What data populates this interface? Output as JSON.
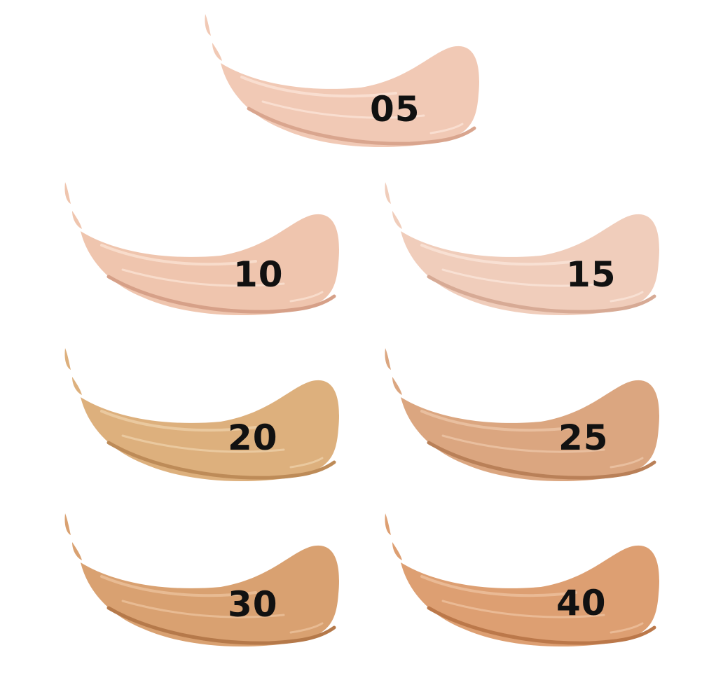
{
  "swatches": [
    {
      "label": "05",
      "color": "#f1c9b5",
      "shadow": "#d9a58e",
      "highlight": "#fbe4d7"
    },
    {
      "label": "10",
      "color": "#efc5ae",
      "shadow": "#d6a088",
      "highlight": "#fae1d2"
    },
    {
      "label": "15",
      "color": "#f0cdbb",
      "shadow": "#d7aa95",
      "highlight": "#fae5d9"
    },
    {
      "label": "20",
      "color": "#ddb07d",
      "shadow": "#bd8b58",
      "highlight": "#eed0a8"
    },
    {
      "label": "25",
      "color": "#dba680",
      "shadow": "#b98058",
      "highlight": "#ecc5a6"
    },
    {
      "label": "30",
      "color": "#d9a171",
      "shadow": "#b5794a",
      "highlight": "#ebc29c"
    },
    {
      "label": "40",
      "color": "#dd9f72",
      "shadow": "#bb784a",
      "highlight": "#eec19d"
    }
  ]
}
